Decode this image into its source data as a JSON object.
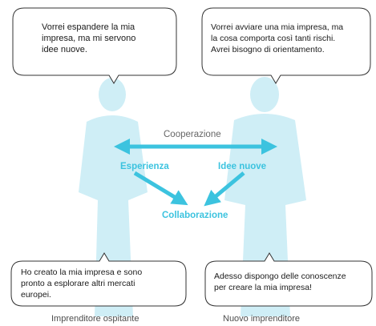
{
  "colors": {
    "accent": "#3cc3df",
    "silhouette": "#cfeef6",
    "bubble_border": "#333333",
    "text": "#1a1a1a",
    "person_label": "#4d4d4d"
  },
  "bubbles": {
    "top_left": [
      "Vorrei espandere la mia",
      "impresa, ma mi servono",
      "idee nuove."
    ],
    "top_right": [
      "Vorrei avviare una mia impresa, ma",
      "la cosa comporta così tanti rischi.",
      "Avrei bisogno di orientamento."
    ],
    "bottom_left": [
      "Ho creato la mia impresa e sono",
      "pronto a esplorare altri mercati",
      "europei."
    ],
    "bottom_right": [
      "Adesso dispongo delle conoscenze",
      "per creare la mia impresa!"
    ]
  },
  "diagram": {
    "cooperation": "Cooperazione",
    "experience": "Esperienza",
    "new_ideas": "Idee nuove",
    "collaboration": "Collaborazione"
  },
  "labels": {
    "host": "Imprenditore ospitante",
    "new": "Nuovo imprenditore"
  }
}
